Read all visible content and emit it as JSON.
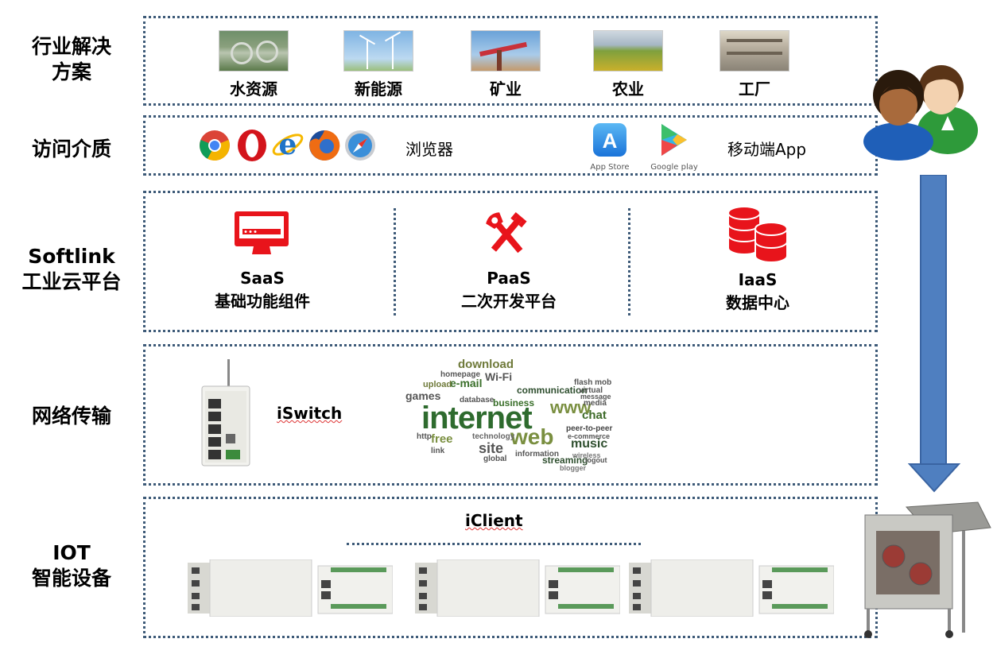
{
  "rows": {
    "solutions": "行业解决\n方案",
    "access": "访问介质",
    "platform_line1": "Softlink",
    "platform_line2": "工业云平台",
    "network": "网络传输",
    "iot_line1": "IOT",
    "iot_line2": "智能设备"
  },
  "solutions": [
    "水资源",
    "新能源",
    "矿业",
    "农业",
    "工厂"
  ],
  "access": {
    "browser_label": "浏览器",
    "app_store": "App Store",
    "google_play": "Google play",
    "mobile_label": "移动端App"
  },
  "platform": {
    "saas_title": "SaaS",
    "saas_desc": "基础功能组件",
    "paas_title": "PaaS",
    "paas_desc": "二次开发平台",
    "iaas_title": "IaaS",
    "iaas_desc": "数据中心"
  },
  "network": {
    "iswitch": "iSwitch",
    "wordcloud": [
      "download",
      "e-mail",
      "Wi-Fi",
      "games",
      "internet",
      "communication",
      "web",
      "chat",
      "music",
      "free",
      "site",
      "upload",
      "business",
      "www",
      "streaming",
      "information",
      "peer-to-peer",
      "technology",
      "wireless",
      "blogger",
      "http",
      "link",
      "media",
      "logout",
      "e-commerce",
      "virtual",
      "message",
      "flash mob",
      "database",
      "global",
      "homepage"
    ]
  },
  "iot": {
    "iclient": "iClient"
  },
  "colors": {
    "border": "#3d5a78",
    "accent_red": "#e8141b",
    "arrow_blue": "#4f7fc0"
  }
}
